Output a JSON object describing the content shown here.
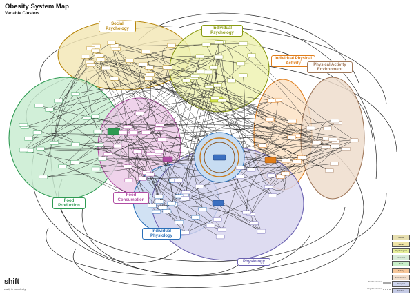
{
  "title": "Obesity System Map",
  "subtitle": "Variable Clusters",
  "clusters": [
    {
      "name": "Social Psychology",
      "color": "#b8860b",
      "fill": "#f3e6b5"
    },
    {
      "name": "Individual Psychology",
      "color": "#8a9a12",
      "fill": "#eef2b0"
    },
    {
      "name": "Individual Physical Activity",
      "color": "#e07d1a",
      "fill": "#fbe0c2"
    },
    {
      "name": "Physical Activity Environment",
      "color": "#a0785a",
      "fill": "#eedccb"
    },
    {
      "name": "Food Production",
      "color": "#2e9a52",
      "fill": "#c7ebcf"
    },
    {
      "name": "Food Consumption",
      "color": "#b04da3",
      "fill": "#ecc9e7"
    },
    {
      "name": "Individual Physiology",
      "color": "#2a6fb8",
      "fill": "#c7dcf2"
    },
    {
      "name": "Physiology",
      "color": "#6b62b0",
      "fill": "#d7d4ee"
    }
  ],
  "legend": [
    {
      "label": "Media",
      "color": "#e7dfb0"
    },
    {
      "label": "Social",
      "color": "#efe4a6"
    },
    {
      "label": "Psychological",
      "color": "#e6ef9a"
    },
    {
      "label": "Economic",
      "color": "#d8ecd8"
    },
    {
      "label": "Food",
      "color": "#c9efc9"
    },
    {
      "label": "Activity",
      "color": "#f7c79a"
    },
    {
      "label": "Infrastructure",
      "color": "#f2dfcd"
    },
    {
      "label": "Biological",
      "color": "#cfd6ee"
    },
    {
      "label": "Medical",
      "color": "#c5cbe6"
    }
  ],
  "influence": {
    "positive": "Positive Influence",
    "negative": "Negative Influence"
  },
  "brand": {
    "name": "shift",
    "tagline": "clarity in complexity"
  }
}
